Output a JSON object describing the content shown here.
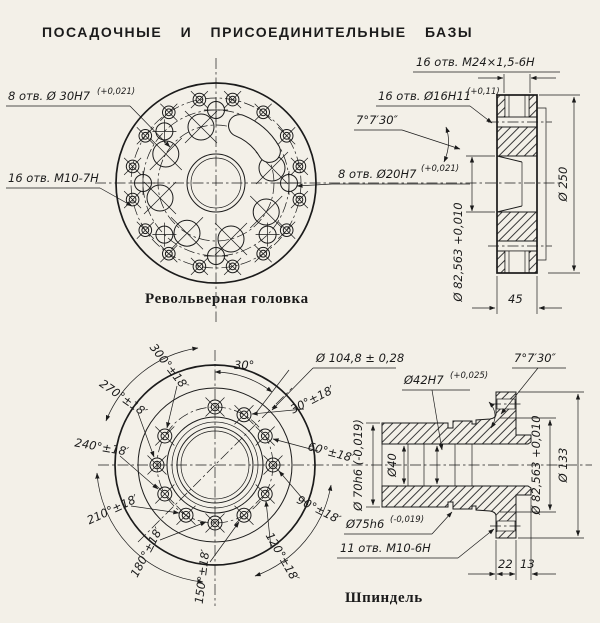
{
  "page": {
    "title": "ПОСАДОЧНЫЕ И ПРИСОЕДИНИТЕЛЬНЫЕ БАЗЫ"
  },
  "turret": {
    "caption": "Револьверная головка",
    "labels": {
      "holes30": "8 отв. Ø 30Н7",
      "holes30_tol": "(+0,021)",
      "holesM10": "16 отв. М10-7Н",
      "holes20": "8 отв. Ø20Н7",
      "holes20_tol": "(+0,021)",
      "holesM24": "16 отв. М24×1,5-6Н",
      "holes16": "16 отв. Ø16Н11",
      "holes16_tol": "(+0,11)",
      "taper": "7°7′30″",
      "d82": "Ø 82,563 +0,010",
      "d250": "Ø 250",
      "w45": "45"
    }
  },
  "spindle": {
    "caption": "Шпиндель",
    "arc30": "30°",
    "angles": [
      "300°±18′",
      "270°±18′",
      "240°±18′",
      "210°±18′",
      "180°±18′",
      "150°±18′",
      "120°±18′",
      "90°±18′",
      "60°±18′",
      "30°±18′"
    ],
    "labels": {
      "d104": "Ø 104,8 ± 0,28",
      "d42": "Ø42Н7",
      "d42_tol": "(+0,025)",
      "taper": "7°7′30″",
      "d70": "Ø 70h6 (-0,019)",
      "d40": "Ø40",
      "d75": "Ø75h6",
      "d75_tol": "(-0,019)",
      "holesM10": "11 отв. М10-6Н",
      "d82": "Ø 82,563 +0,010",
      "d133": "Ø 133",
      "w22": "22",
      "w13": "13"
    }
  }
}
